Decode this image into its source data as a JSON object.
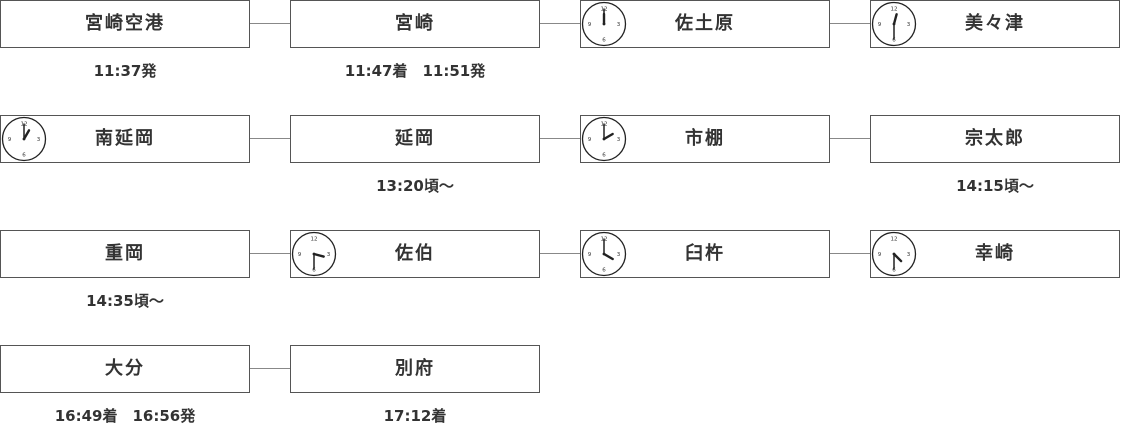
{
  "stations": [
    {
      "name": "宮崎空港",
      "time": "11:37発",
      "clock": null
    },
    {
      "name": "宮崎",
      "time": "11:47着　11:51発",
      "clock": null
    },
    {
      "name": "佐土原",
      "time": "",
      "clock": {
        "hour": 12,
        "minute": 0
      }
    },
    {
      "name": "美々津",
      "time": "",
      "clock": {
        "hour": 12,
        "minute": 30
      }
    },
    {
      "name": "南延岡",
      "time": "",
      "clock": {
        "hour": 1,
        "minute": 0
      }
    },
    {
      "name": "延岡",
      "time": "13:20頃～",
      "clock": null
    },
    {
      "name": "市棚",
      "time": "",
      "clock": {
        "hour": 2,
        "minute": 0
      }
    },
    {
      "name": "宗太郎",
      "time": "14:15頃～",
      "clock": null
    },
    {
      "name": "重岡",
      "time": "14:35頃～",
      "clock": null
    },
    {
      "name": "佐伯",
      "time": "",
      "clock": {
        "hour": 3,
        "minute": 30
      }
    },
    {
      "name": "臼杵",
      "time": "",
      "clock": {
        "hour": 4,
        "minute": 0
      }
    },
    {
      "name": "幸崎",
      "time": "",
      "clock": {
        "hour": 4,
        "minute": 30
      }
    },
    {
      "name": "大分",
      "time": "16:49着　16:56発",
      "clock": null
    },
    {
      "name": "別府",
      "time": "17:12着",
      "clock": null
    }
  ],
  "clock_numbers": [
    "12",
    "3",
    "6",
    "9"
  ]
}
